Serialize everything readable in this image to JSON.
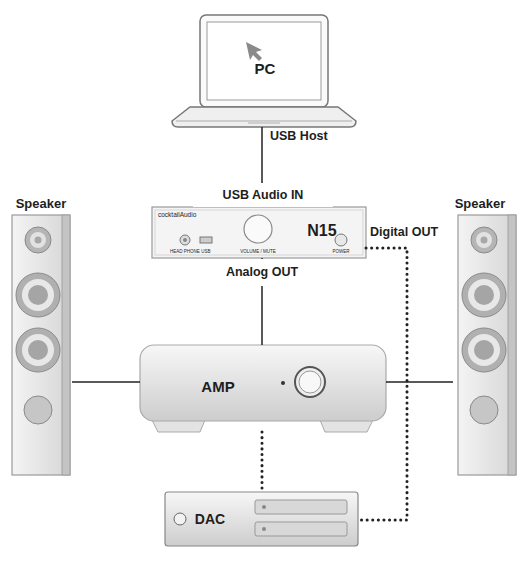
{
  "diagram": {
    "nodes": [
      {
        "text": [
          "PC"
        ]
      },
      {
        "text": [
          "Speaker"
        ]
      },
      {
        "text": [
          "N15"
        ]
      },
      {
        "text": [
          "Speaker"
        ]
      },
      {
        "text": [
          "AMP"
        ]
      },
      {
        "text": [
          "DAC"
        ]
      }
    ],
    "edges": [
      {
        "from": 0,
        "to": 2,
        "arrow": "none",
        "label": "USB Host"
      },
      {
        "from": 2,
        "to": 4,
        "arrow": "none"
      },
      {
        "from": 4,
        "to": 1,
        "arrow": "none"
      },
      {
        "from": 4,
        "to": 3,
        "arrow": "none"
      },
      {
        "from": 2,
        "to": 5,
        "arrow": "none"
      },
      {
        "from": 4,
        "to": 5,
        "arrow": "none"
      }
    ],
    "labels": [
      "USB Audio IN",
      "Digital OUT",
      "Analog OUT",
      "cocktailAudio",
      "HEAD PHONE",
      "USB",
      "VOLUME / MUTE",
      "POWER"
    ]
  }
}
